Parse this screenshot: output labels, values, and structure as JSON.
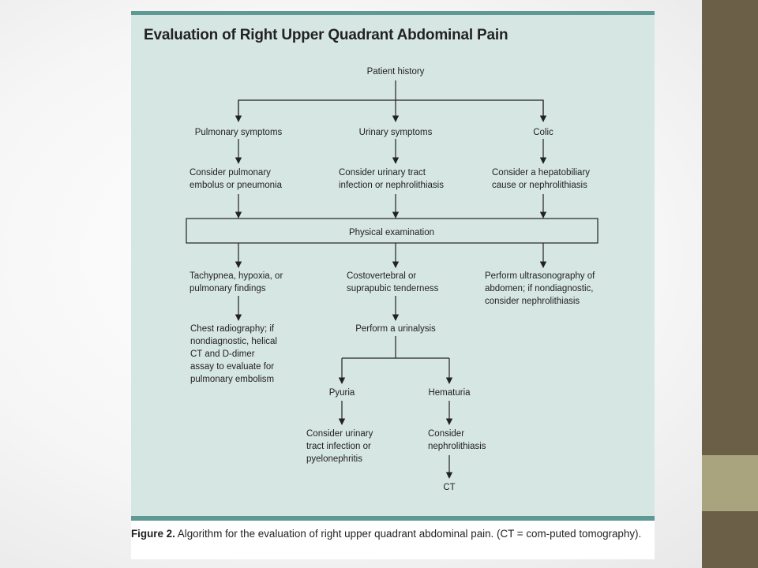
{
  "figure": {
    "title": "Evaluation of Right Upper Quadrant Abdominal Pain",
    "caption_label": "Figure 2.",
    "caption_text": "Algorithm for the evaluation of right upper quadrant abdominal pain. (CT = com-puted tomography).",
    "colors": {
      "panel": "#d6e6e3",
      "rule": "#5e9a93",
      "slide_bar": "#6b5f48",
      "slide_accent": "#a9a47d"
    }
  },
  "flowchart": {
    "patient_history": "Patient history",
    "pulmonary_symptoms": "Pulmonary symptoms",
    "urinary_symptoms": "Urinary symptoms",
    "colic": "Colic",
    "consider_pulmonary": [
      "Consider pulmonary",
      "embolus or pneumonia"
    ],
    "consider_urinary": [
      "Consider urinary tract",
      "infection or nephrolithiasis"
    ],
    "consider_hepatobiliary": [
      "Consider a hepatobiliary",
      "cause or nephrolithiasis"
    ],
    "physical_examination": "Physical examination",
    "tachypnea": [
      "Tachypnea, hypoxia, or",
      "pulmonary findings"
    ],
    "costovertebral": [
      "Costovertebral or",
      "suprapubic tenderness"
    ],
    "ultrasonography": [
      "Perform ultrasonography of",
      "abdomen; if nondiagnostic,",
      "consider nephrolithiasis"
    ],
    "chest_radiography": [
      "Chest radiography; if",
      "nondiagnostic, helical",
      "CT and D-dimer",
      "assay to evaluate for",
      "pulmonary embolism"
    ],
    "urinalysis": "Perform a urinalysis",
    "pyuria": "Pyuria",
    "hematuria": "Hematuria",
    "consider_uti": [
      "Consider urinary",
      "tract infection or",
      "pyelonephritis"
    ],
    "consider_nephro": [
      "Consider",
      "nephrolithiasis"
    ],
    "ct": "CT"
  }
}
